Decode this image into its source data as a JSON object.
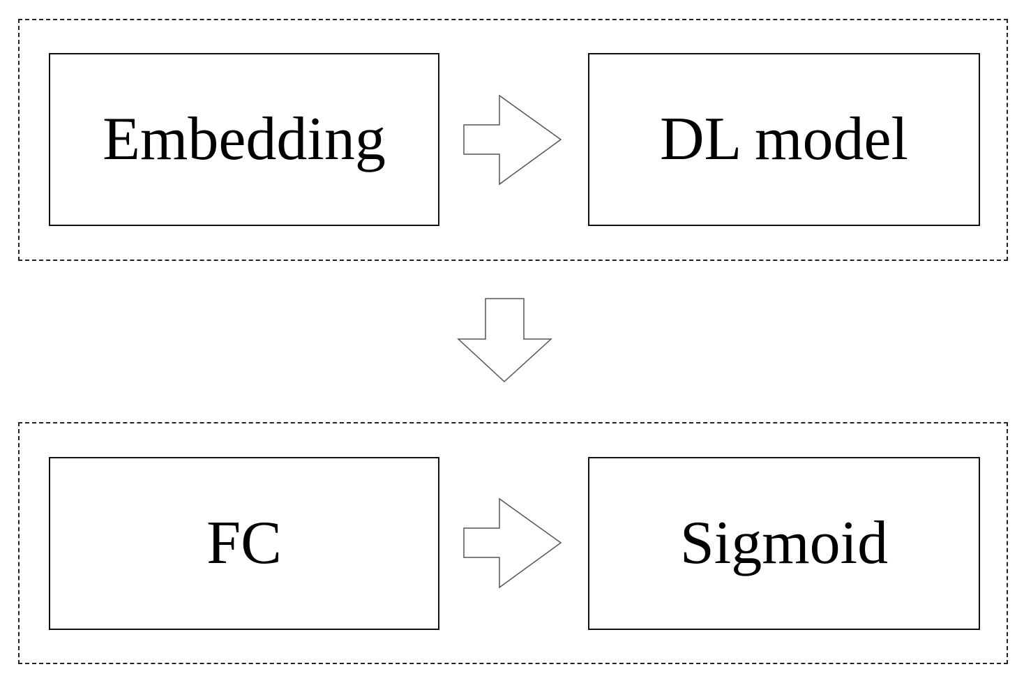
{
  "groups": [
    {
      "boxes": [
        {
          "label": "Embedding"
        },
        {
          "label": "DL model"
        }
      ]
    },
    {
      "boxes": [
        {
          "label": "FC"
        },
        {
          "label": "Sigmoid"
        }
      ]
    }
  ],
  "colors": {
    "border": "#111111",
    "dashed_border": "#222222",
    "arrow_stroke": "#555555",
    "background": "#ffffff"
  },
  "icons": [
    "arrow-right-icon",
    "arrow-right-icon",
    "arrow-down-icon"
  ]
}
